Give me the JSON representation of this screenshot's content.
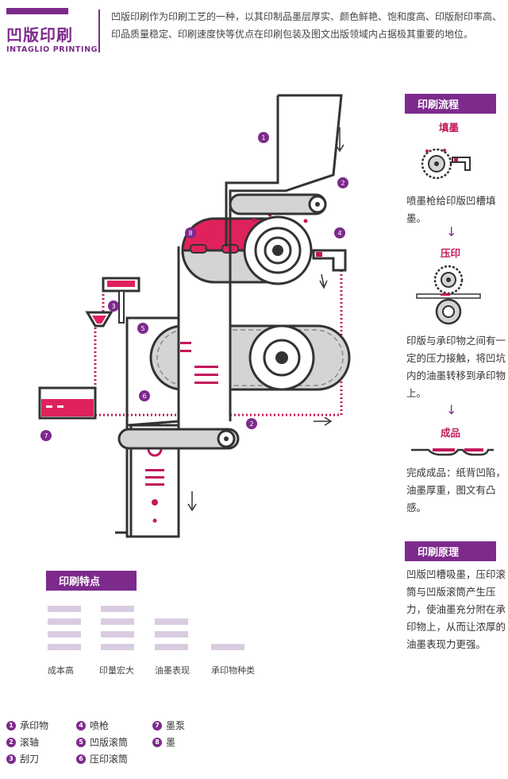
{
  "header": {
    "title_cn": "凹版印刷",
    "title_en": "INTAGLIO PRINTING",
    "intro": "凹版印刷作为印刷工艺的一种，以其印制品墨层厚实、颜色鲜艳、饱和度高、印版耐印率高、印品质量稳定、印刷速度快等优点在印刷包装及图文出版领域内占据极其重要的地位。"
  },
  "process": {
    "title": "印刷流程",
    "steps": [
      {
        "name": "填墨",
        "desc": "喷墨枪给印版凹槽填墨。"
      },
      {
        "name": "压印",
        "desc": "印版与承印物之间有一定的压力接触，将凹坑内的油墨转移到承印物上。"
      },
      {
        "name": "成品",
        "desc": "完成成品：纸背凹陷，油墨厚重，图文有凸感。"
      }
    ]
  },
  "principle": {
    "title": "印刷原理",
    "desc": "凹版凹槽吸墨，压印滚筒与凹版滚筒产生压力，使油墨充分附在承印物上，从而让浓厚的油墨表现力更强。"
  },
  "features": {
    "title": "印刷特点",
    "items": [
      {
        "label": "成本高",
        "level": 4
      },
      {
        "label": "印量宏大",
        "level": 4
      },
      {
        "label": "油墨表现",
        "level": 3
      },
      {
        "label": "承印物种类",
        "level": 1
      }
    ]
  },
  "legend": [
    {
      "num": "1",
      "label": "承印物"
    },
    {
      "num": "2",
      "label": "滚轴"
    },
    {
      "num": "3",
      "label": "刮刀"
    },
    {
      "num": "4",
      "label": "喷枪"
    },
    {
      "num": "5",
      "label": "凹版滚筒"
    },
    {
      "num": "6",
      "label": "压印滚筒"
    },
    {
      "num": "7",
      "label": "墨泵"
    },
    {
      "num": "8",
      "label": "墨"
    }
  ],
  "diagram_labels": [
    "1",
    "2",
    "2",
    "3",
    "4",
    "5",
    "6",
    "7",
    "8"
  ],
  "colors": {
    "accent": "#7d2a8c",
    "ink": "#e0225c",
    "grey": "#d4d4d4",
    "line": "#333333"
  }
}
